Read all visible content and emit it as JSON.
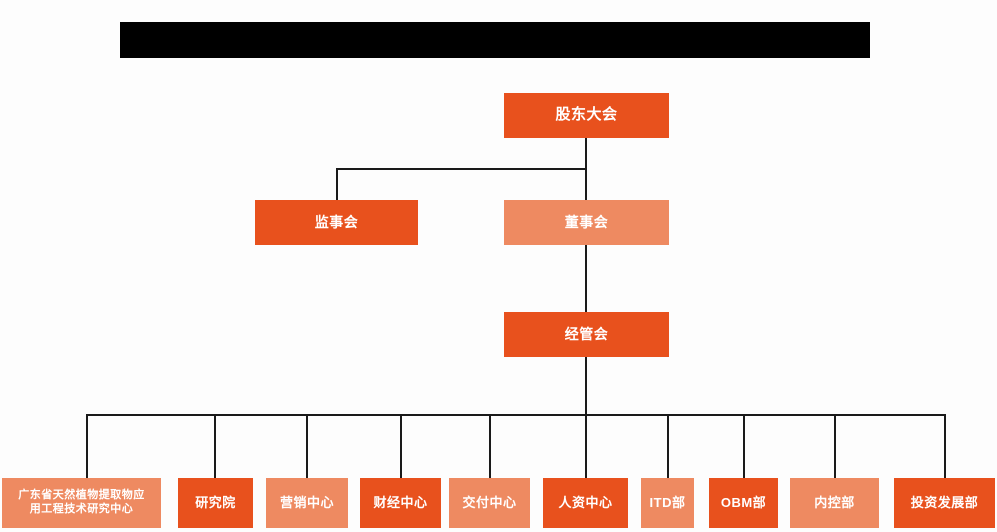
{
  "banner": {
    "name": "redacted-title-bar",
    "color": "#000000",
    "text": ""
  },
  "theme": {
    "background": "#fdfdfd",
    "tone_dark": "#e8511d",
    "tone_light": "#ee8a61",
    "line_color": "#1a1a1a",
    "node_text_color": "#ffffff"
  },
  "chart_data": {
    "type": "diagram",
    "subtype": "organization-chart",
    "title": "",
    "orientation": "top-down",
    "levels": [
      {
        "level": 1,
        "nodes": [
          {
            "id": "shareholders",
            "label": "股东大会",
            "tone": "dark"
          }
        ]
      },
      {
        "level": 2,
        "nodes": [
          {
            "id": "supervisors",
            "label": "监事会",
            "tone": "dark"
          },
          {
            "id": "directors",
            "label": "董事会",
            "tone": "light"
          }
        ]
      },
      {
        "level": 3,
        "nodes": [
          {
            "id": "management",
            "label": "经管会",
            "tone": "dark"
          }
        ]
      },
      {
        "level": 4,
        "nodes": [
          {
            "id": "research-center",
            "label": "广东省天然植物提取物应\n用工程技术研究中心",
            "tone": "light"
          },
          {
            "id": "institute",
            "label": "研究院",
            "tone": "dark"
          },
          {
            "id": "marketing",
            "label": "营销中心",
            "tone": "light"
          },
          {
            "id": "finance",
            "label": "财经中心",
            "tone": "dark"
          },
          {
            "id": "delivery",
            "label": "交付中心",
            "tone": "light"
          },
          {
            "id": "hr",
            "label": "人资中心",
            "tone": "dark"
          },
          {
            "id": "itd",
            "label": "ITD部",
            "tone": "light"
          },
          {
            "id": "obm",
            "label": "OBM部",
            "tone": "dark"
          },
          {
            "id": "internal-control",
            "label": "内控部",
            "tone": "light"
          },
          {
            "id": "investment",
            "label": "投资发展部",
            "tone": "dark"
          }
        ]
      }
    ],
    "edges": [
      {
        "from": "shareholders",
        "to": "supervisors"
      },
      {
        "from": "shareholders",
        "to": "directors"
      },
      {
        "from": "directors",
        "to": "management"
      },
      {
        "from": "management",
        "to": "research-center"
      },
      {
        "from": "management",
        "to": "institute"
      },
      {
        "from": "management",
        "to": "marketing"
      },
      {
        "from": "management",
        "to": "finance"
      },
      {
        "from": "management",
        "to": "delivery"
      },
      {
        "from": "management",
        "to": "hr"
      },
      {
        "from": "management",
        "to": "itd"
      },
      {
        "from": "management",
        "to": "obm"
      },
      {
        "from": "management",
        "to": "internal-control"
      },
      {
        "from": "management",
        "to": "investment"
      }
    ]
  }
}
